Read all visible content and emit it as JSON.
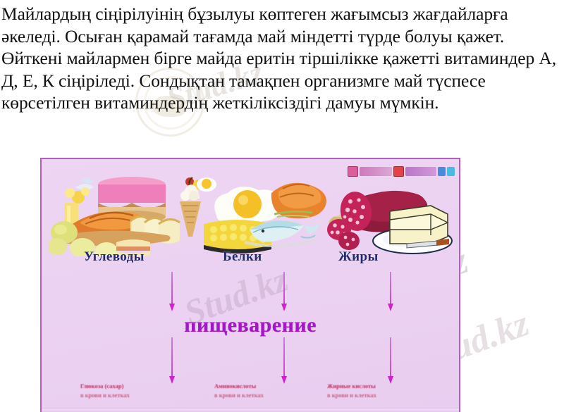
{
  "document": {
    "language": "kk",
    "paragraph": "Майлардың сіңірілуінің бұзылуы көптеген жағымсыз жағдайларға әкеледі. Осыған қарамай тағамда май міндетті түрде болуы қажет. Өйткені майлармен бірге майда еритін тіршілікке қажетті витаминдер А, Д, Е, К сіңіріледі. Сондықтан тамақпен организмге май түспесе көрсетілген витаминдердің жеткіліксіздігі дамуы мүмкін."
  },
  "watermarks": {
    "text_top": "Stud.kz",
    "text_middle": "Stud.kz - Stud.kz",
    "text_bottom": "Stud.kz",
    "site": "Stud.kz"
  },
  "diagram": {
    "title_center": "пищеварение",
    "border_color": "#b05ec0",
    "background_color": "#ecd2f2",
    "arrow_color": "#d21fd2",
    "group_label_color": "#1f2a6e",
    "result_label_color": "#c0285a",
    "groups": [
      {
        "label": "Углеводы",
        "foods": [
          "cake",
          "bread-loaf",
          "potatoes",
          "sandwich",
          "ice-cream",
          "corn-cob"
        ],
        "result_line1": "Глюкоза (сахар)",
        "result_line2": "в крови и клетках"
      },
      {
        "label": "Белки",
        "foods": [
          "fried-egg",
          "corn-kernels",
          "roast-chicken",
          "fish"
        ],
        "result_line1": "Аминокислоты",
        "result_line2": "в крови и клетках"
      },
      {
        "label": "Жиры",
        "foods": [
          "salami-sausage",
          "cutting-board",
          "butter-block",
          "plate",
          "knife"
        ],
        "result_line1": "Жирные кислоты",
        "result_line2": "в крови и клетках"
      }
    ]
  }
}
